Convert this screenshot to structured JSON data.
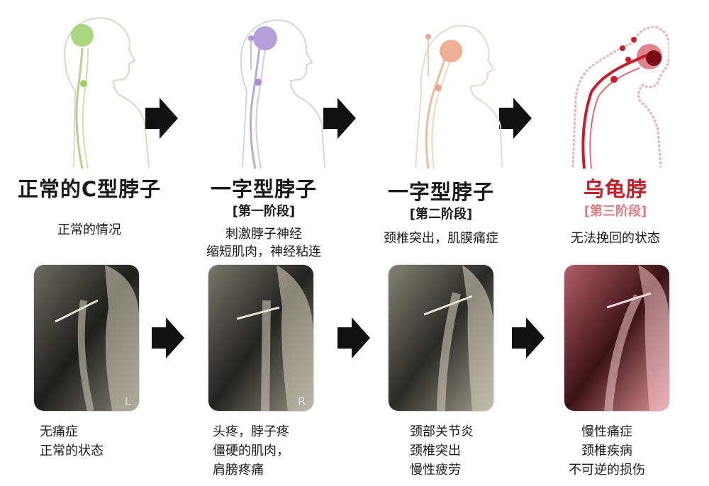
{
  "colors": {
    "stage1": "#9ccf6a",
    "stage2": "#a88fd6",
    "stage3": "#eca78a",
    "stage4": "#c81e2c",
    "arrow": "#111111"
  },
  "stages": [
    {
      "title": "正常的C型脖子",
      "stage_label": "",
      "desc": [
        "正常的情况"
      ],
      "notes": [
        "无痛症",
        "正常的状态"
      ]
    },
    {
      "title": "一字型脖子",
      "stage_label": "[第一阶段]",
      "desc": [
        "刺激脖子神经",
        "缩短肌肉，神经粘连"
      ],
      "notes": [
        "头疼，脖子疼",
        "僵硬的肌肉，",
        "肩膀疼痛"
      ]
    },
    {
      "title": "一字型脖子",
      "stage_label": "[第二阶段]",
      "desc": [
        "颈椎突出，肌膜痛症"
      ],
      "notes": [
        "颈部关节炎",
        "颈椎突出",
        "慢性疲劳"
      ]
    },
    {
      "title": "乌龟脖",
      "stage_label": "[第三阶段]",
      "desc": [
        "无法挽回的状态"
      ],
      "notes": [
        "慢性痛症",
        "颈椎疾病",
        "不可逆的损伤"
      ]
    }
  ],
  "xray_marks": [
    "L",
    "R"
  ]
}
